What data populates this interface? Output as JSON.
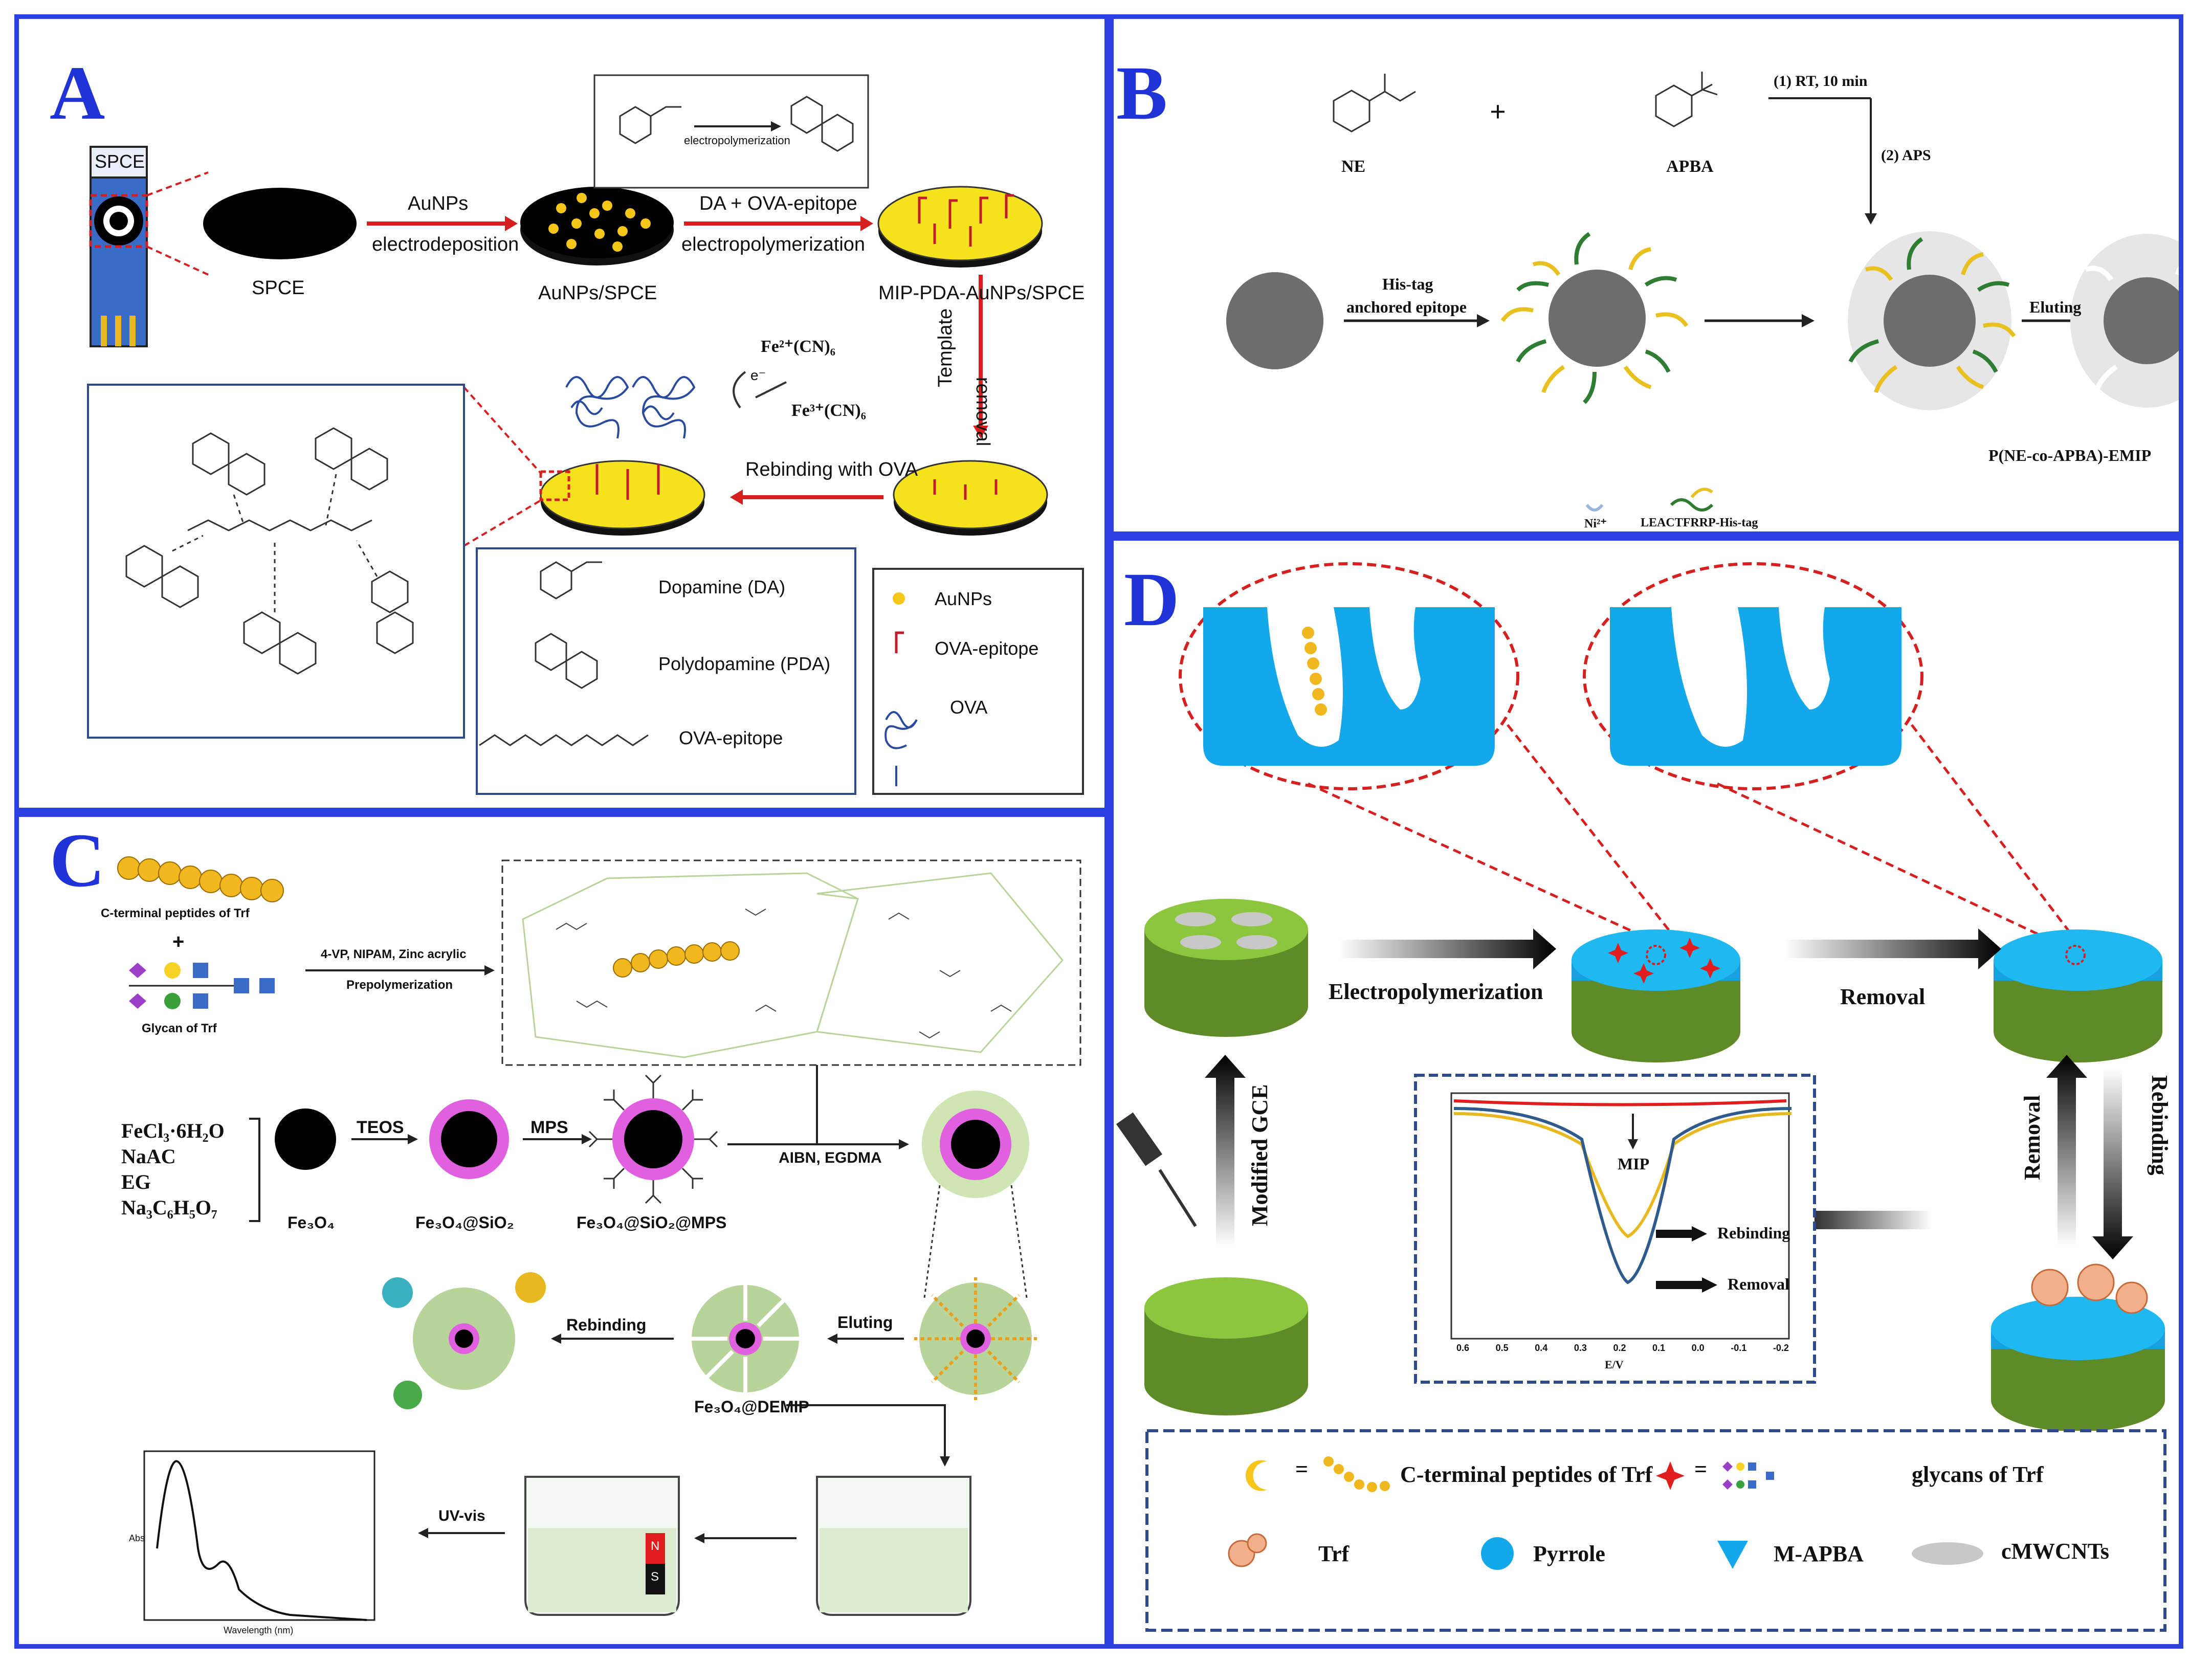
{
  "colors": {
    "frame": "#2c3fe0",
    "gold": "#f5d224",
    "blue": "#15aaf0",
    "green": "#7fb53a",
    "magenta": "#e060e0",
    "red": "#e01e1e"
  },
  "panelA": {
    "letter": "A",
    "spce_tag": "SPCE",
    "arrow1_top": "AuNPs",
    "arrow1_bottom": "electrodeposition",
    "arrow2_top": "DA + OVA-epitope",
    "arrow2_bottom": "electropolymerization",
    "electrode1": "SPCE",
    "electrode2": "AuNPs/SPCE",
    "electrode3": "MIP-PDA-AuNPs/SPCE",
    "inset_label": "electropolymerization",
    "template": "Template",
    "removal": "removal",
    "ferro": "Fe²⁺(CN)₆",
    "ferri": "Fe³⁺(CN)₆",
    "electron": "e⁻",
    "rebinding": "Rebinding with OVA",
    "legend_da": "Dopamine (DA)",
    "legend_pda": "Polydopamine (PDA)",
    "legend_epitope": "OVA-epitope",
    "key_aunps": "AuNPs",
    "key_epitope": "OVA-epitope",
    "key_ova": "OVA"
  },
  "panelB": {
    "letter": "B",
    "ne": "NE",
    "plus": "+",
    "apba": "APBA",
    "step1": "(1) RT, 10 min",
    "step2": "(2) APS",
    "histag": "His-tag",
    "anchored": "anchored epitope",
    "eluting": "Eluting",
    "product": "P(NE-co-APBA)-EMIP",
    "legend_ni": "Ni²⁺",
    "legend_peptide": "LEACTFRRP-His-tag"
  },
  "panelC": {
    "letter": "C",
    "peptide_label": "C-terminal peptides of Trf",
    "plus": "+",
    "glycan_label": "Glycan of Trf",
    "reagents": "4-VP, NIPAM, Zinc acrylic",
    "prepoly": "Prepolymerization",
    "precursors": [
      "FeCl₃·6H₂O",
      "NaAC",
      "EG",
      "Na₃C₆H₅O₇"
    ],
    "teos": "TEOS",
    "mps": "MPS",
    "aibn": "AIBN, EGDMA",
    "fe3o4": "Fe₃O₄",
    "fe3o4sio2": "Fe₃O₄@SiO₂",
    "fe3o4sio2mps": "Fe₃O₄@SiO₂@MPS",
    "rebinding": "Rebinding",
    "eluting": "Eluting",
    "demip": "Fe₃O₄@DEMIP",
    "uvvis": "UV-vis",
    "magnet_n": "N",
    "magnet_s": "S",
    "chart_xlabel": "Wavelength (nm)",
    "chart_ylabel": "Abs"
  },
  "panelD": {
    "letter": "D",
    "electropolymerization": "Electropolymerization",
    "removal_top": "Removal",
    "modified_gce": "Modified GCE",
    "removal_side": "Removal",
    "rebinding_side": "Rebinding",
    "mip": "MIP",
    "curve_rebinding": "Rebinding",
    "curve_removal": "Removal",
    "xlabel": "E/V",
    "legend_peptide": "C-terminal peptides of Trf",
    "legend_glycan": "glycans of Trf",
    "legend_eq": "=",
    "legend_trf": "Trf",
    "legend_pyrrole": "Pyrrole",
    "legend_mapba": "M-APBA",
    "legend_cmwcnt": "cMWCNTs"
  },
  "chart_data": {
    "type": "line",
    "x_ticks": [
      "0.6",
      "0.5",
      "0.4",
      "0.3",
      "0.2",
      "0.1",
      "0.0",
      "-0.1",
      "-0.2"
    ],
    "xlabel": "E/V",
    "series": [
      {
        "name": "MIP",
        "color": "#e01e1e"
      },
      {
        "name": "Rebinding",
        "color": "#e8b820"
      },
      {
        "name": "Removal",
        "color": "#2e5a8e"
      }
    ]
  }
}
